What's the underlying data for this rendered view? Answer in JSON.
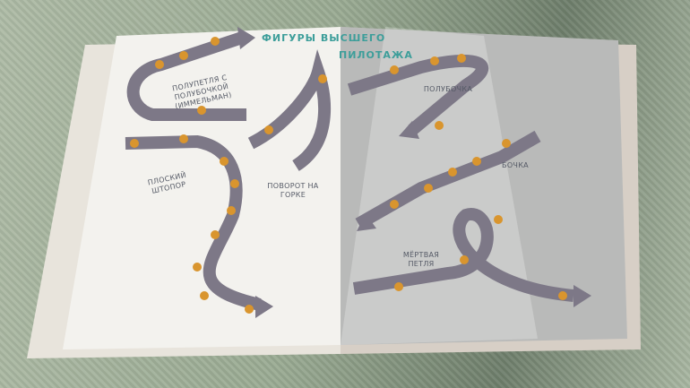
{
  "book": {
    "title_left": "ФИГУРЫ ВЫСШЕГО",
    "title_right": "ПИЛОТАЖА",
    "figures": [
      "Полупетля с полубочкой (Иммельман)",
      "Плоский штопор",
      "Поворот на горке",
      "Полубочка",
      "Бочка",
      "Мёртвая петля"
    ]
  },
  "colors": {
    "ribbon": "#7d7887",
    "plane": "#d9952e",
    "title": "#3d9e9a",
    "page": "#f3f2ee"
  }
}
